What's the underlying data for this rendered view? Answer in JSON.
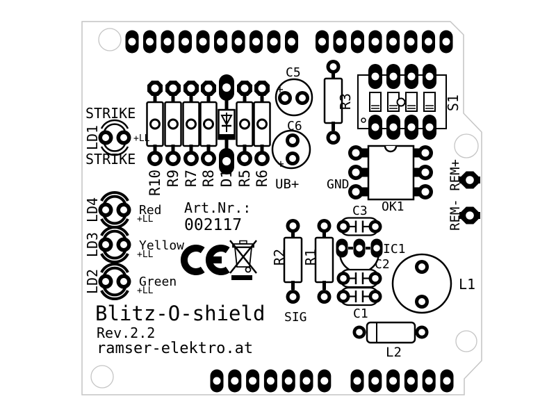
{
  "diagram": {
    "type": "pcb-silkscreen",
    "board_title": "Blitz-O-shield",
    "revision": "Rev.2.2",
    "website": "ramser-elektro.at",
    "article": {
      "label": "Art.Nr.:",
      "number": "002117"
    }
  },
  "labels": {
    "strike_top": "STRIKE",
    "strike_bottom": "STRIKE",
    "plus_ll": "+LL",
    "plus": "+",
    "red": "Red",
    "yellow": "Yellow",
    "green": "Green",
    "gnd": "GND",
    "ub_plus": "UB+",
    "sig": "SIG",
    "rem": "REM- REM+"
  },
  "refdes": {
    "ld1": "LD1",
    "ld2": "LD2",
    "ld3": "LD3",
    "ld4": "LD4",
    "r1": "R1",
    "r2": "R2",
    "r3": "R3",
    "r5": "R5",
    "r6": "R6",
    "r7": "R7",
    "r8": "R8",
    "r9": "R9",
    "r10": "R10",
    "d1": "D1",
    "c1": "C1",
    "c2": "C2",
    "c3": "C3",
    "c5": "C5",
    "c6": "C6",
    "ok1": "OK1",
    "ic1": "IC1",
    "s1": "S1",
    "l1": "L1",
    "l2": "L2"
  },
  "icons": {
    "ce_mark": "ce-certification-mark",
    "weee_bin": "crossed-out-wheeled-bin"
  },
  "headers": {
    "top_left_pin_count": 10,
    "top_right_pin_count": 8,
    "bottom_left_pin_count": 7,
    "bottom_right_pin_count": 6
  },
  "colors": {
    "silkscreen": "#000000",
    "board_outline": "#c4c4c4",
    "background": "#ffffff"
  }
}
